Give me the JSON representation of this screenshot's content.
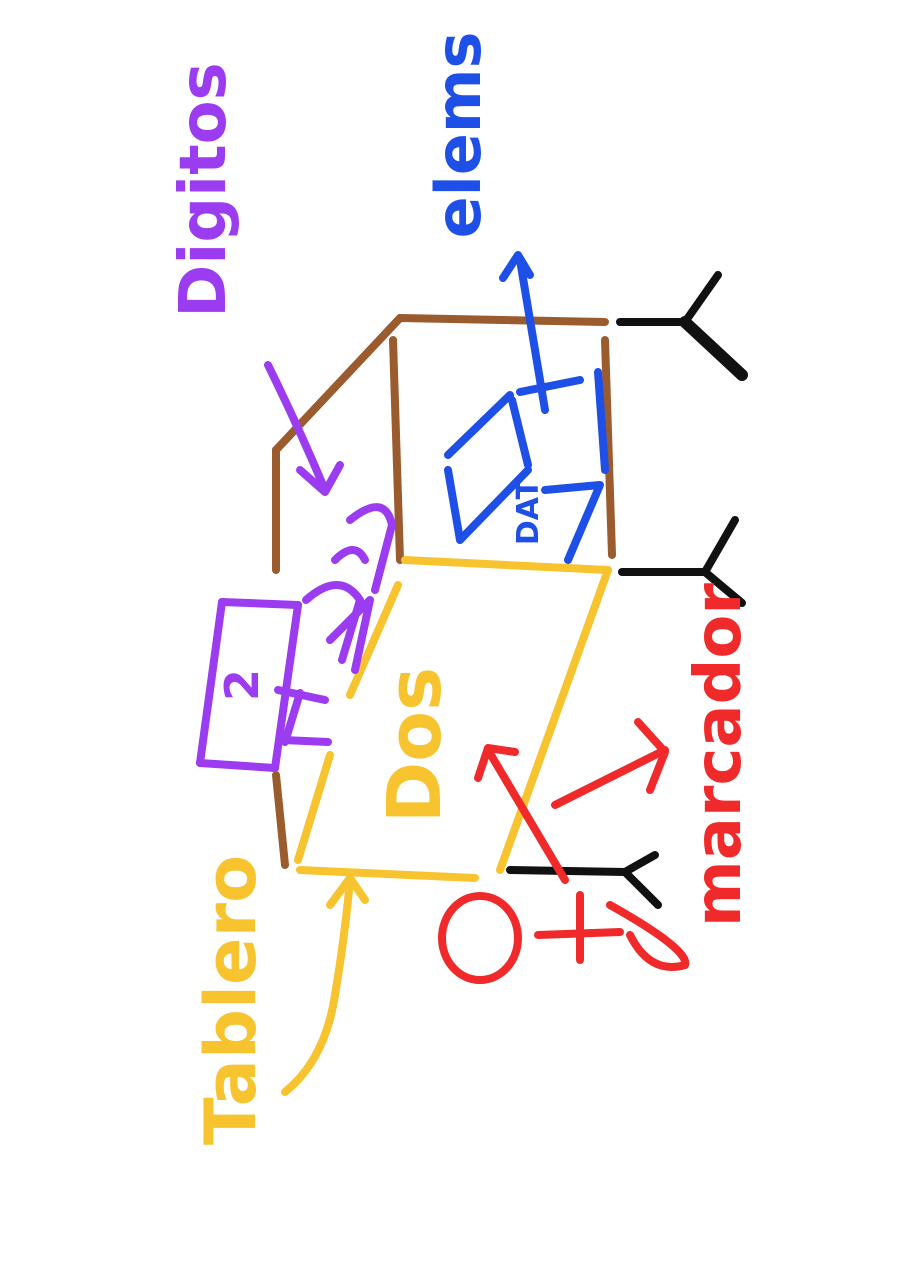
{
  "colors": {
    "brown": "#9a5b2e",
    "yellow": "#f7c430",
    "purple": "#9b3cf0",
    "blue": "#1e4fe6",
    "red": "#f02a2a",
    "black": "#111111",
    "background": "#ffffff"
  },
  "labels": {
    "digitos": "Digitos",
    "elems": "elems",
    "tablero": "Tablero",
    "marcador": "marcador",
    "dos": "Dos",
    "two": "2",
    "dat": "DAT"
  }
}
